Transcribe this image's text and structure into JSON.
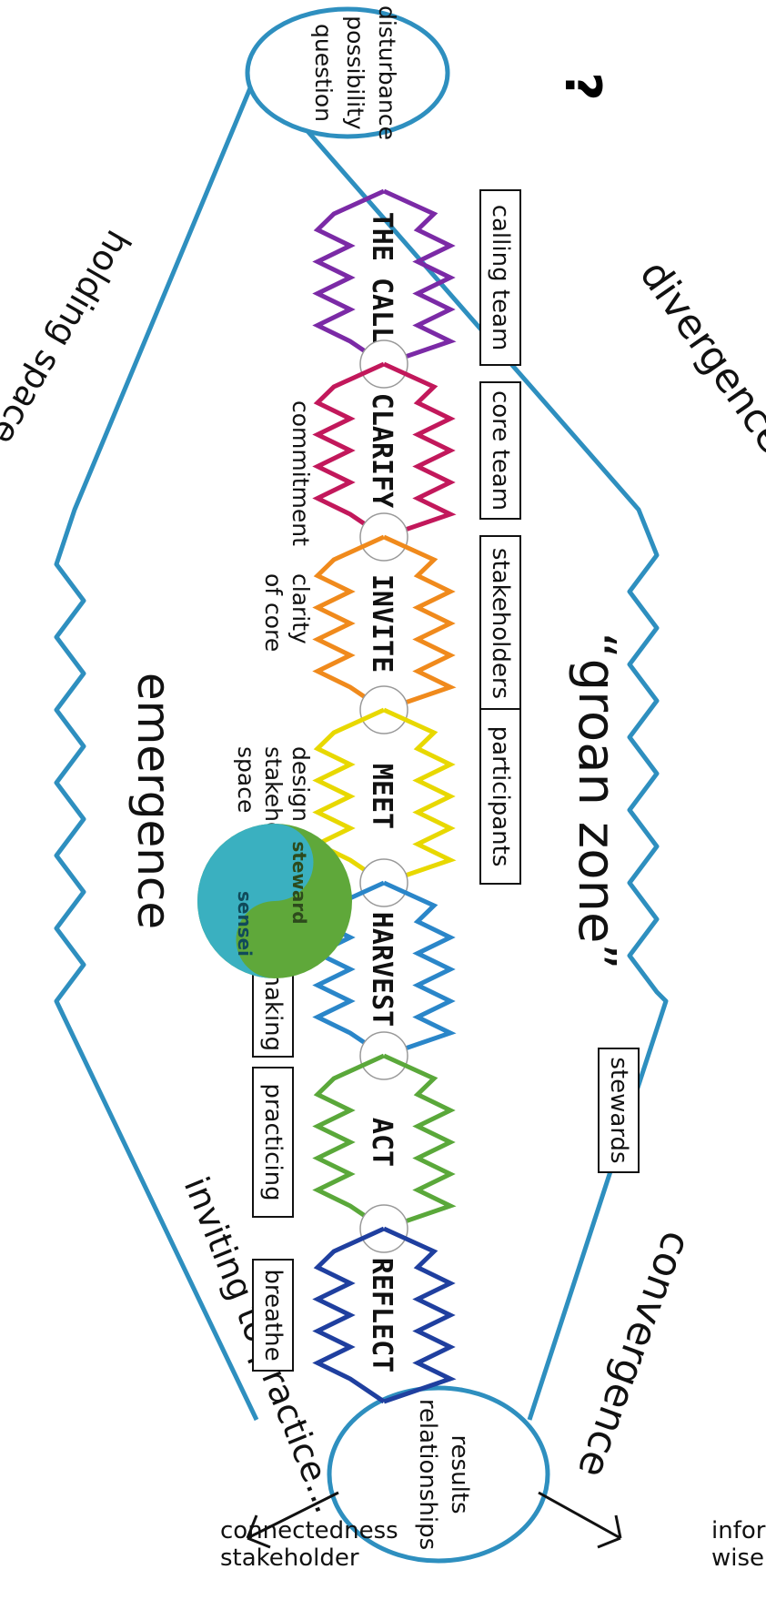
{
  "question_mark": "?",
  "start_oval": [
    "disturbance",
    "possibility",
    "question"
  ],
  "end_oval": [
    "results",
    "relationships"
  ],
  "outcomes": {
    "left": [
      "wiser, more",
      "informed action"
    ],
    "right": [
      "stakeholder",
      "connectedness"
    ]
  },
  "phases": [
    {
      "name": "THE CALL",
      "color": "#7b2aa6",
      "role": "calling team",
      "note": [
        "commitment"
      ]
    },
    {
      "name": "CLARIFY",
      "color": "#c2185b",
      "role": "core team",
      "note": [
        "clarity",
        "of core"
      ]
    },
    {
      "name": "INVITE",
      "color": "#f08a1c",
      "role": "stakeholders",
      "note": [
        "design",
        "stakeholders",
        "space"
      ]
    },
    {
      "name": "MEET",
      "color": "#e8d800",
      "role": "participants",
      "note": []
    },
    {
      "name": "HARVEST",
      "color": "#2a86c9",
      "role": "",
      "note": []
    },
    {
      "name": "ACT",
      "color": "#5aa83a",
      "role": "",
      "note": []
    },
    {
      "name": "REFLECT",
      "color": "#1f3f9f",
      "role": "",
      "note": []
    }
  ],
  "lower_boxes": [
    "sense making",
    "practicing",
    "breathe"
  ],
  "upper_box_extra": "stewards",
  "zone_labels": {
    "divergence": "divergence",
    "groan_zone": "“groan zone”",
    "convergence": "convergence",
    "emergence": "emergence",
    "holding_space": "holding space...",
    "inviting": "inviting to practice..."
  },
  "logo": {
    "words": [
      "steward",
      "sensei"
    ],
    "colors": [
      "#5fa83a",
      "#3ab0c0"
    ]
  },
  "colors": {
    "outline": "#2e8fbf",
    "accent": "#2e8fbf"
  }
}
